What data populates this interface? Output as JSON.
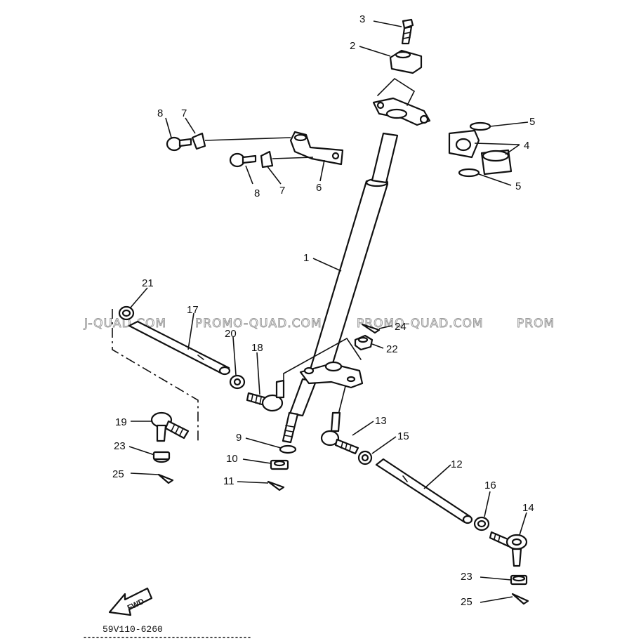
{
  "diagram": {
    "code": "59V110-6260",
    "fwd_label": "FWD",
    "watermarks": [
      "J-QUAD.COM",
      "PROMO-QUAD.COM",
      "PROMO-QUAD.COM",
      "PROM"
    ]
  },
  "callouts": [
    {
      "id": "c1",
      "label": "1"
    },
    {
      "id": "c2",
      "label": "2"
    },
    {
      "id": "c3",
      "label": "3"
    },
    {
      "id": "c4",
      "label": "4"
    },
    {
      "id": "c5a",
      "label": "5"
    },
    {
      "id": "c5b",
      "label": "5"
    },
    {
      "id": "c6",
      "label": "6"
    },
    {
      "id": "c7a",
      "label": "7"
    },
    {
      "id": "c7b",
      "label": "7"
    },
    {
      "id": "c8a",
      "label": "8"
    },
    {
      "id": "c8b",
      "label": "8"
    },
    {
      "id": "c9",
      "label": "9"
    },
    {
      "id": "c10",
      "label": "10"
    },
    {
      "id": "c11",
      "label": "11"
    },
    {
      "id": "c12",
      "label": "12"
    },
    {
      "id": "c13",
      "label": "13"
    },
    {
      "id": "c14",
      "label": "14"
    },
    {
      "id": "c15",
      "label": "15"
    },
    {
      "id": "c16",
      "label": "16"
    },
    {
      "id": "c17",
      "label": "17"
    },
    {
      "id": "c18",
      "label": "18"
    },
    {
      "id": "c19",
      "label": "19"
    },
    {
      "id": "c20",
      "label": "20"
    },
    {
      "id": "c21",
      "label": "21"
    },
    {
      "id": "c22",
      "label": "22"
    },
    {
      "id": "c23a",
      "label": "23"
    },
    {
      "id": "c23b",
      "label": "23"
    },
    {
      "id": "c24",
      "label": "24"
    },
    {
      "id": "c25a",
      "label": "25"
    },
    {
      "id": "c25b",
      "label": "25"
    }
  ]
}
